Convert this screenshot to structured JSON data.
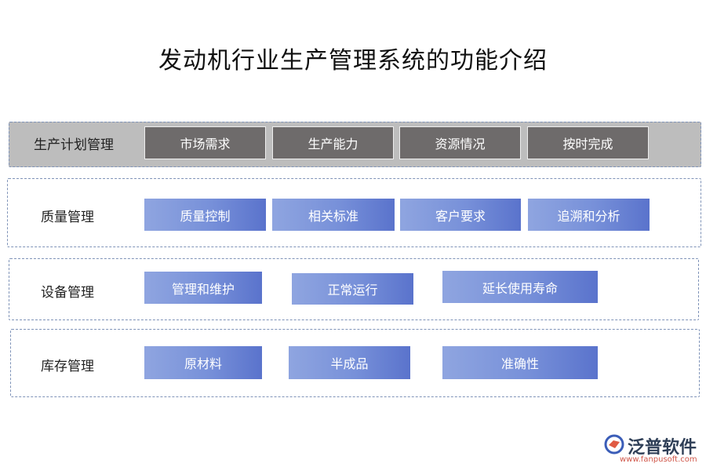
{
  "title": "发动机行业生产管理系统的功能介绍",
  "rows": [
    {
      "label": "生产计划管理",
      "items": [
        "市场需求",
        "生产能力",
        "资源情况",
        "按时完成"
      ]
    },
    {
      "label": "质量管理",
      "items": [
        "质量控制",
        "相关标准",
        "客户要求",
        "追溯和分析"
      ]
    },
    {
      "label": "设备管理",
      "items": [
        "管理和维护",
        "正常运行",
        "延长使用寿命"
      ]
    },
    {
      "label": "库存管理",
      "items": [
        "原材料",
        "半成品",
        "准确性"
      ]
    }
  ],
  "logo": {
    "name": "泛普软件",
    "url": "www.fanpusoft.com",
    "icon": "fanpu-logo-icon"
  },
  "colors": {
    "gray_row": "#bdbdbd",
    "dark_box": "#6e6b6b",
    "blue_box": "#7790d9",
    "border": "#7f93b8"
  }
}
